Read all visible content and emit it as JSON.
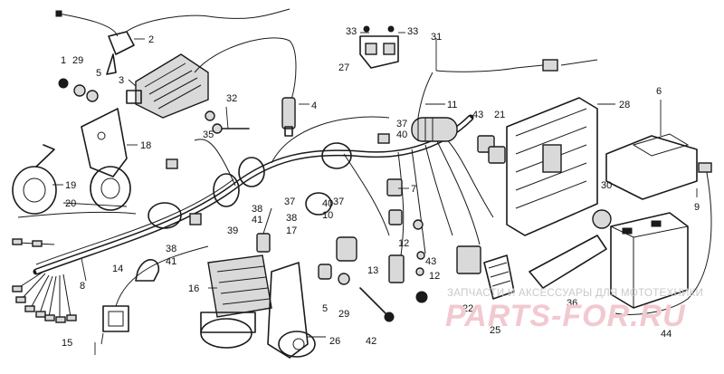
{
  "callouts": [
    {
      "id": "c1",
      "text": "1"
    },
    {
      "id": "c2",
      "text": "2"
    },
    {
      "id": "c3",
      "text": "3"
    },
    {
      "id": "c4",
      "text": "4"
    },
    {
      "id": "c5a",
      "text": "5"
    },
    {
      "id": "c5b",
      "text": "5"
    },
    {
      "id": "c6",
      "text": "6"
    },
    {
      "id": "c7",
      "text": "7"
    },
    {
      "id": "c8",
      "text": "8"
    },
    {
      "id": "c9",
      "text": "9"
    },
    {
      "id": "c10",
      "text": "10"
    },
    {
      "id": "c11",
      "text": "11"
    },
    {
      "id": "c12a",
      "text": "12"
    },
    {
      "id": "c12b",
      "text": "12"
    },
    {
      "id": "c13",
      "text": "13"
    },
    {
      "id": "c14",
      "text": "14"
    },
    {
      "id": "c15",
      "text": "15"
    },
    {
      "id": "c16",
      "text": "16"
    },
    {
      "id": "c17",
      "text": "17"
    },
    {
      "id": "c18",
      "text": "18"
    },
    {
      "id": "c19",
      "text": "19"
    },
    {
      "id": "c20",
      "text": "20"
    },
    {
      "id": "c21",
      "text": "21"
    },
    {
      "id": "c22",
      "text": "22"
    },
    {
      "id": "c25",
      "text": "25"
    },
    {
      "id": "c26",
      "text": "26"
    },
    {
      "id": "c27",
      "text": "27"
    },
    {
      "id": "c28",
      "text": "28"
    },
    {
      "id": "c29a",
      "text": "29"
    },
    {
      "id": "c29b",
      "text": "29"
    },
    {
      "id": "c30",
      "text": "30"
    },
    {
      "id": "c31",
      "text": "31"
    },
    {
      "id": "c32",
      "text": "32"
    },
    {
      "id": "c33a",
      "text": "33"
    },
    {
      "id": "c33b",
      "text": "33"
    },
    {
      "id": "c35",
      "text": "35"
    },
    {
      "id": "c36",
      "text": "36"
    },
    {
      "id": "c37a",
      "text": "37"
    },
    {
      "id": "c37b",
      "text": "37"
    },
    {
      "id": "c37c",
      "text": "37"
    },
    {
      "id": "c38a",
      "text": "38"
    },
    {
      "id": "c38b",
      "text": "38"
    },
    {
      "id": "c38c",
      "text": "38"
    },
    {
      "id": "c39",
      "text": "39"
    },
    {
      "id": "c40a",
      "text": "40"
    },
    {
      "id": "c40b",
      "text": "40"
    },
    {
      "id": "c41a",
      "text": "41"
    },
    {
      "id": "c41b",
      "text": "41"
    },
    {
      "id": "c42",
      "text": "42"
    },
    {
      "id": "c43a",
      "text": "43"
    },
    {
      "id": "c43b",
      "text": "43"
    },
    {
      "id": "c44",
      "text": "44"
    }
  ],
  "watermark": {
    "line1": "ЗАПЧАСТИ И АКСЕССУАРЫ ДЛЯ МОТОТЕХНИКИ",
    "line2": "PARTS-FOR.RU"
  }
}
